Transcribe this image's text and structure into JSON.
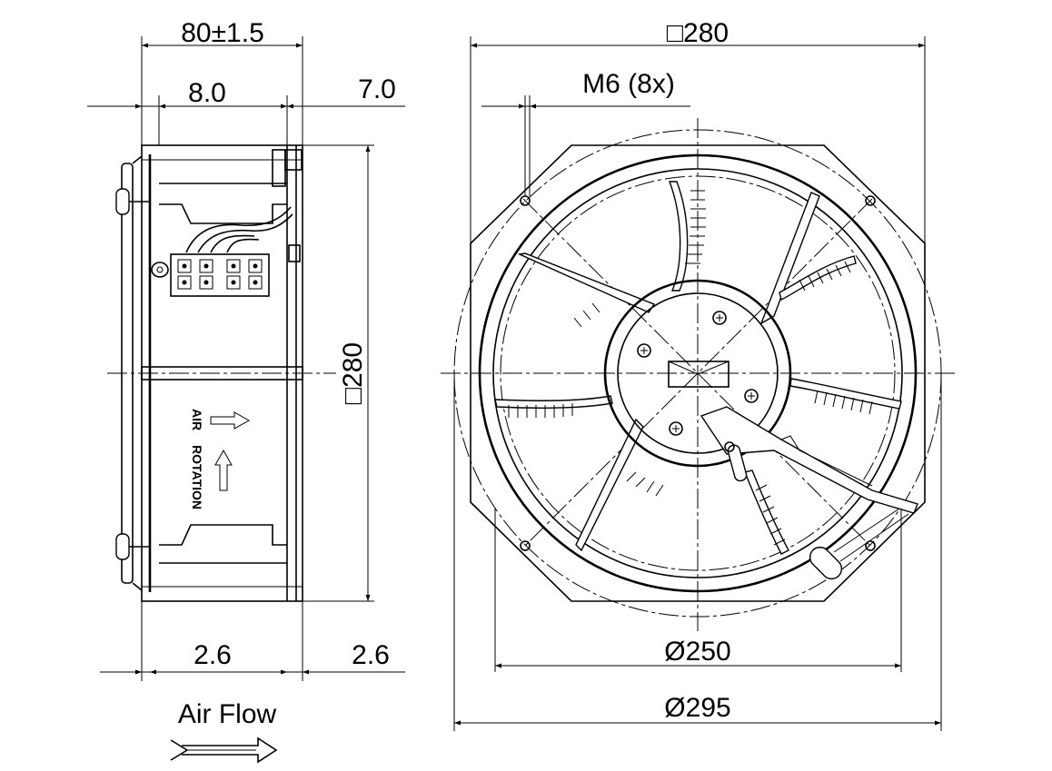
{
  "dimensions": {
    "depth_total": "80±1.5",
    "flange_front": "8.0",
    "flange_rear": "7.0",
    "square_top": "□280",
    "square_side": "□280",
    "mount_holes": "M6 (8x)",
    "flange_bottom_left": "2.6",
    "flange_bottom_right": "2.6",
    "diameter_inner": "Ø250",
    "diameter_outer": "Ø295"
  },
  "labels": {
    "air": "AIR",
    "rotation": "ROTATION",
    "air_flow": "Air Flow"
  }
}
